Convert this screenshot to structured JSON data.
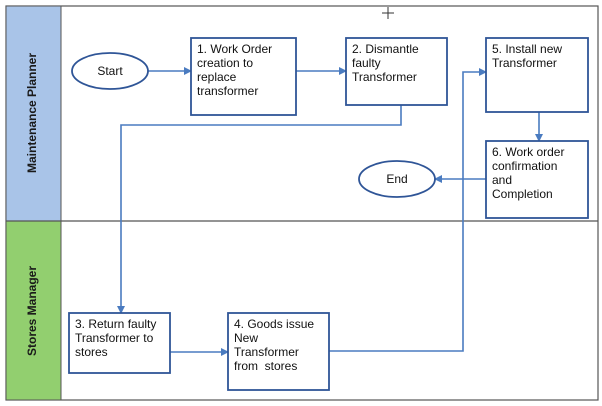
{
  "colors": {
    "lane_header_top": "#a9c4e8",
    "lane_header_bottom": "#92cf6f",
    "node_stroke": "#2f5597",
    "edge": "#4a7bc0",
    "frame": "#555555"
  },
  "lanes": [
    {
      "id": "planner",
      "label": "Maintenance Planner"
    },
    {
      "id": "stores",
      "label": "Stores Manager"
    }
  ],
  "nodes": [
    {
      "id": "start",
      "shape": "ellipse",
      "lines": [
        "Start"
      ]
    },
    {
      "id": "n1",
      "shape": "rect",
      "lines": [
        "1. Work Order",
        "creation to",
        "replace",
        "transformer"
      ]
    },
    {
      "id": "n2",
      "shape": "rect",
      "lines": [
        "2. Dismantle",
        "faulty",
        "Transformer"
      ]
    },
    {
      "id": "n5",
      "shape": "rect",
      "lines": [
        "5. Install new",
        "Transformer"
      ]
    },
    {
      "id": "n6",
      "shape": "rect",
      "lines": [
        "6. Work order",
        "confirmation",
        "and",
        "Completion"
      ]
    },
    {
      "id": "end",
      "shape": "ellipse",
      "lines": [
        "End"
      ]
    },
    {
      "id": "n3",
      "shape": "rect",
      "lines": [
        "3. Return faulty",
        "Transformer to",
        "stores"
      ]
    },
    {
      "id": "n4",
      "shape": "rect",
      "lines": [
        "4. Goods issue",
        "New",
        "Transformer",
        "from  stores"
      ]
    }
  ],
  "edges": [
    {
      "from": "start",
      "to": "n1"
    },
    {
      "from": "n1",
      "to": "n2"
    },
    {
      "from": "n2",
      "to": "n3"
    },
    {
      "from": "n3",
      "to": "n4"
    },
    {
      "from": "n4",
      "to": "n5"
    },
    {
      "from": "n5",
      "to": "n6"
    },
    {
      "from": "n6",
      "to": "end"
    }
  ]
}
